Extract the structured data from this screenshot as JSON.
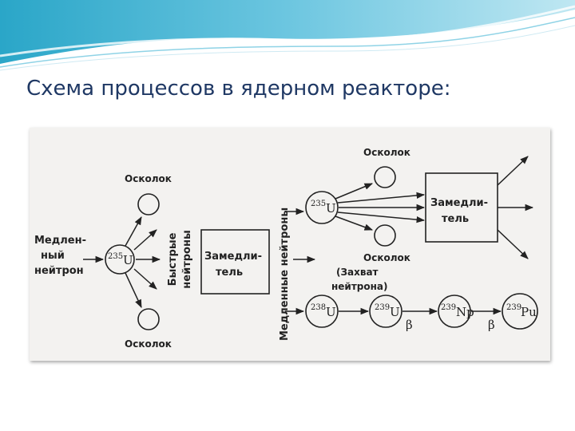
{
  "slide": {
    "title": "Схема процессов в ядерном реакторе:"
  },
  "diagram": {
    "slow_neutron": [
      "Медлен-",
      "ный",
      "нейтрон"
    ],
    "fragment": "Осколок",
    "fast_neutrons": [
      "Быстрые",
      "нейтроны"
    ],
    "moderator": [
      "Замедли-",
      "тель"
    ],
    "slow_neutrons": "Медленные нейтроны",
    "capture": [
      "(Захват",
      "нейтрона)"
    ],
    "beta": "β",
    "nuclei": {
      "u235": {
        "mass": "235",
        "symbol": "U"
      },
      "u238": {
        "mass": "238",
        "symbol": "U"
      },
      "u239": {
        "mass": "239",
        "symbol": "U"
      },
      "np239": {
        "mass": "239",
        "symbol": "Np"
      },
      "pu239": {
        "mass": "239",
        "symbol": "Pu"
      }
    }
  }
}
